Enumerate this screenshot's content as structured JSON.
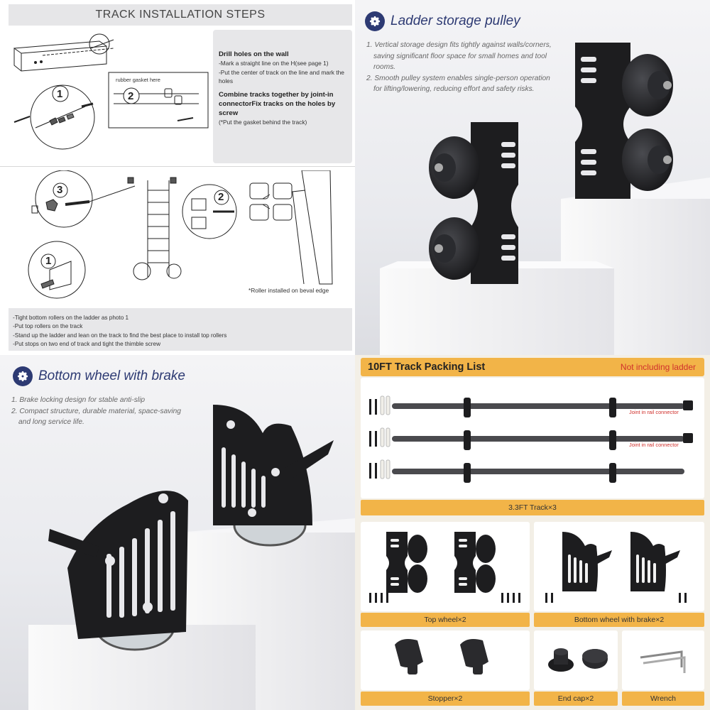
{
  "install": {
    "title": "TRACK INSTALLATION STEPS",
    "gasket_note": "rubber gasket here",
    "step1_num": "1",
    "step2_num": "2",
    "step3_num": "3",
    "drill_heading": "Drill holes on the wall",
    "drill_line1": "-Mark a straight line on the H(see page 1)",
    "drill_line2": "-Put the center of track on the line and mark the holes",
    "combine_heading": "Combine tracks together by joint-in connectorFix tracks on the holes by screw",
    "combine_note": "(*Put the gasket behind the track)",
    "roller_note": "*Roller installed on beval edge",
    "bottom_lines": [
      "-Tight bottom rollers on the ladder as photo 1",
      "-Put top rollers on the track",
      "-Stand up the ladder and lean on the track to find the best place to install top rollers",
      "-Put stops on two end of track and tight the thimble screw"
    ]
  },
  "pulley": {
    "title": "Ladder storage pulley",
    "points": [
      "1. Vertical storage design fits tightly against walls/corners,",
      "saving significant floor space for small homes and tool",
      "rooms.",
      "2. Smooth pulley system enables single-person operation",
      "for lifting/lowering, reducing effort and safety risks."
    ]
  },
  "brake": {
    "title": "Bottom wheel with brake",
    "points": [
      "1. Brake locking design for stable anti-slip",
      "2. Compact structure, durable material, space-saving",
      "and long service life."
    ]
  },
  "packing": {
    "title": "10FT Track Packing List",
    "note": "Not including ladder",
    "joint_label": "Joint in rail connector",
    "track_label": "3.3FT Track×3",
    "top_wheel": "Top wheel×2",
    "bottom_wheel": "Bottom wheel with brake×2",
    "stopper": "Stopper×2",
    "end_cap": "End cap×2",
    "wrench": "Wrench"
  },
  "colors": {
    "accent_blue": "#2d3a73",
    "label_orange": "#f2b448",
    "note_red": "#d0312d",
    "hardware_black": "#1d1d1f"
  },
  "icons": [
    "gear-icon",
    "gear-icon"
  ]
}
